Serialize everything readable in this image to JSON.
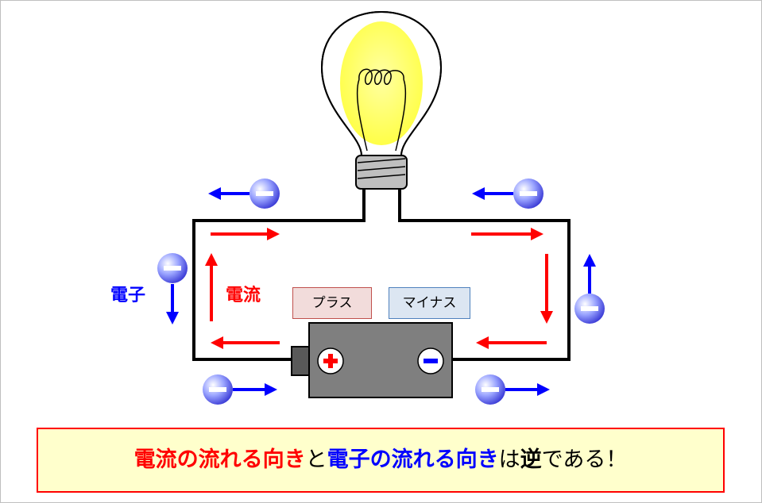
{
  "labels": {
    "electron": "電子",
    "current": "電流",
    "plus_box": "プラス",
    "minus_box": "マイナス"
  },
  "caption": {
    "part1": "電流の流れる向き",
    "part2": "と",
    "part3": "電子の流れる向き",
    "part4": "は",
    "part5": "逆",
    "part6": "である！"
  },
  "colors": {
    "current": "#ff0000",
    "electron": "#0000ff",
    "plus_box_bg": "#f2dcdb",
    "minus_box_bg": "#dce6f2",
    "bulb_glow": "#ffff66",
    "battery": "#7f7f7f",
    "caption_bg": "#ffffcc"
  },
  "icons": [
    "light-bulb-icon",
    "battery-icon",
    "plus-terminal-icon",
    "minus-terminal-icon",
    "electron-icon",
    "arrow-icon"
  ]
}
